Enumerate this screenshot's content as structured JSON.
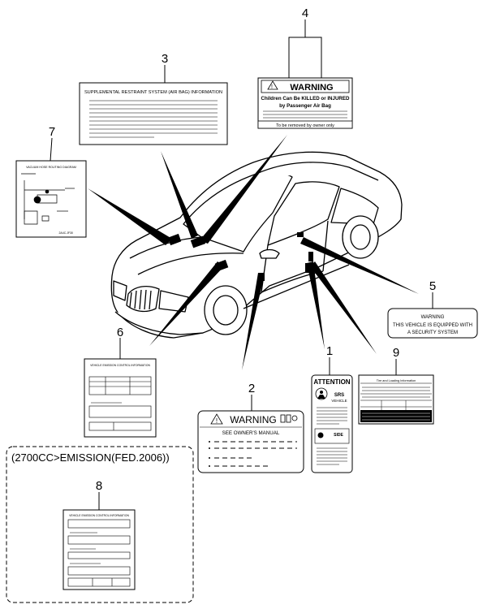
{
  "callouts": [
    "1",
    "2",
    "3",
    "4",
    "5",
    "6",
    "7",
    "8",
    "9"
  ],
  "group_label": "(2700CC>EMISSION(FED.2006))",
  "label1": {
    "title": "ATTENTION",
    "icon_text": "SRS",
    "line": "VEHICLE",
    "side_text": "SIDE"
  },
  "label2": {
    "title": "WARNING",
    "subtitle": "SEE OWNER'S MANUAL"
  },
  "label3": {
    "title": "SUPPLEMENTAL RESTRAINT SYSTEM (AIR BAG) INFORMATION"
  },
  "label4": {
    "title": "WARNING",
    "line1": "Children Can Be KILLED or INJURED",
    "line2": "by Passenger Air Bag",
    "footer": "To be removed by owner only"
  },
  "label5": {
    "line1": "WARNING",
    "line2": "THIS VEHICLE IS EQUIPPED WITH",
    "line3": "A SECURITY SYSTEM"
  },
  "label6": {
    "header": "VEHICLE EMISSION CONTROL INFORMATION"
  },
  "label7": {
    "header": "VACUUM HOSE ROUTING DIAGRAM"
  },
  "label8": {
    "header": "VEHICLE EMISSION CONTROL INFORMATION"
  },
  "label9": {
    "header": "Tire and Loading Information"
  },
  "colors": {
    "ink": "#000000",
    "paper": "#ffffff"
  }
}
